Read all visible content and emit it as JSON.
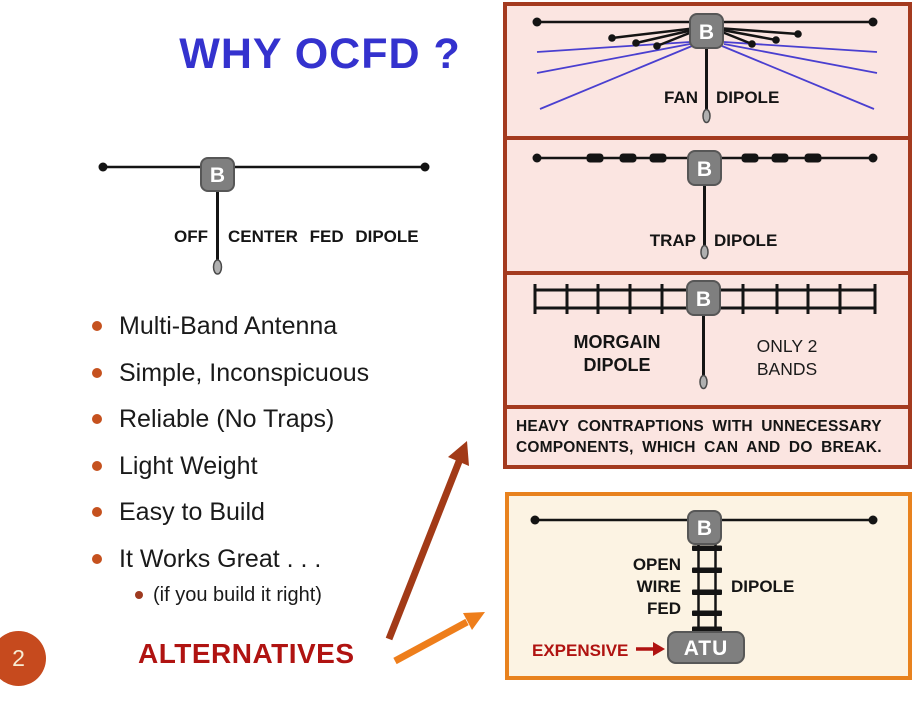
{
  "slide_number": "2",
  "title": "WHY OCFD ?",
  "ocfd": {
    "balun": "B",
    "label_left": "OFF",
    "label_right": "CENTER FED DIPOLE"
  },
  "bullets": {
    "items": [
      "Multi-Band Antenna",
      "Simple, Inconspicuous",
      "Reliable (No Traps)",
      "Light Weight",
      "Easy to Build",
      "It Works Great . . ."
    ],
    "sub_item": "(if you build it right)"
  },
  "alternatives": "ALTERNATIVES",
  "fan_panel": {
    "balun": "B",
    "label_left": "FAN",
    "label_right": "DIPOLE"
  },
  "trap_panel": {
    "balun": "B",
    "label_left": "TRAP",
    "label_right": "DIPOLE"
  },
  "morgain_panel": {
    "balun": "B",
    "name_line1": "MORGAIN",
    "name_line2": "DIPOLE",
    "note_line1": "ONLY 2",
    "note_line2": "BANDS"
  },
  "caption": {
    "line1": "HEAVY CONTRAPTIONS WITH UNNECESSARY",
    "line2": "COMPONENTS, WHICH CAN AND DO BREAK."
  },
  "open_wire_panel": {
    "balun": "B",
    "atu": "ATU",
    "fed_label_line1": "OPEN",
    "fed_label_line2": "WIRE",
    "fed_label_line3": "FED",
    "dipole_label": "DIPOLE",
    "expensive_label": "EXPENSIVE"
  },
  "colors": {
    "title_blue": "#3432CE",
    "panel_border_red": "#A43A1F",
    "panel_bg_pink": "#FBE5E1",
    "orange_border": "#E8821E",
    "orange_bg_cream": "#FCF3E3",
    "accent_dark_red": "#B01311",
    "arrow_dark": "#A23A17",
    "arrow_orange": "#EE7E1B",
    "balun_gray": "#7F7F7F",
    "fan_wire_blue": "#4A3FD0",
    "bullet_orange": "#C5511E",
    "page_badge_orange": "#C64A1E"
  }
}
